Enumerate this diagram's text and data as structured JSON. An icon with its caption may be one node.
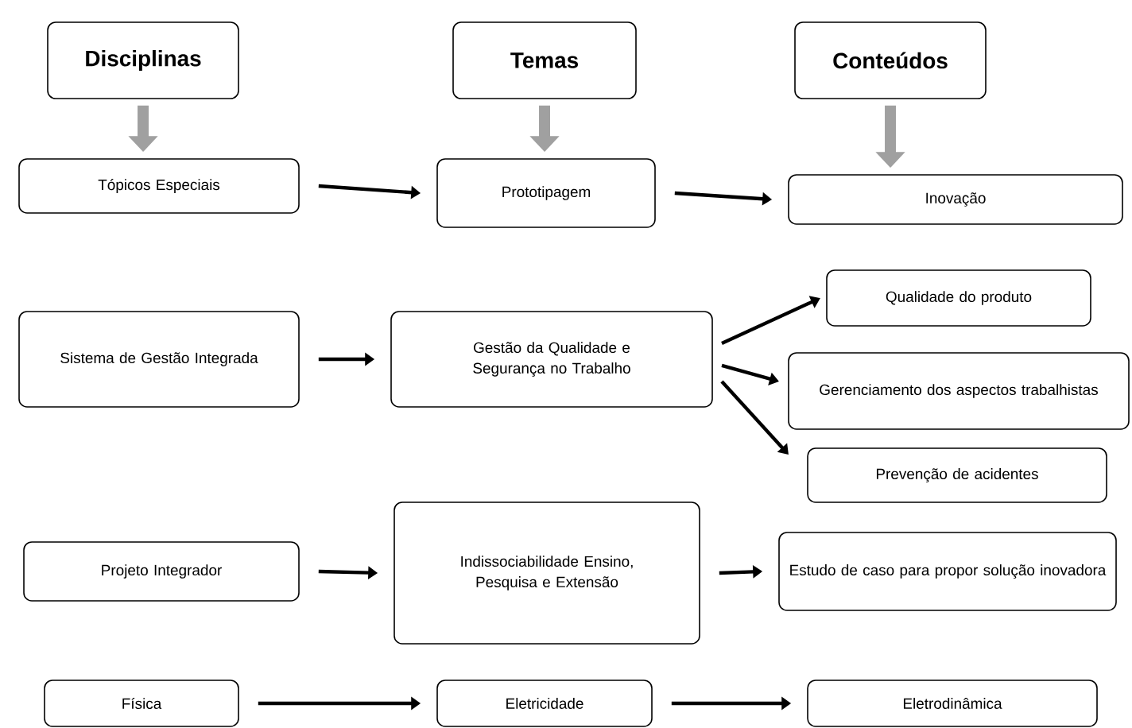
{
  "diagram": {
    "nodes": [
      {
        "text": [
          "Disciplinas"
        ]
      },
      {
        "text": [
          "Temas"
        ]
      },
      {
        "text": [
          "Conteúdos"
        ]
      },
      {
        "text": [
          "Tópicos Especiais"
        ]
      },
      {
        "text": [
          "Prototipagem"
        ]
      },
      {
        "text": [
          "Inovação"
        ]
      },
      {
        "text": [
          "Sistema de Gestão Integrada"
        ]
      },
      {
        "text": [
          "Gestão da Qualidade e Segurança no Trabalho"
        ]
      },
      {
        "text": [
          "Qualidade do produto"
        ]
      },
      {
        "text": [
          "Gerenciamento dos aspectos trabalhistas"
        ]
      },
      {
        "text": [
          "Prevenção de acidentes"
        ]
      },
      {
        "text": [
          "Projeto Integrador"
        ]
      },
      {
        "text": [
          "Indissociabilidade Ensino, Pesquisa e Extensão"
        ]
      },
      {
        "text": [
          "Estudo de caso para propor solução inovadora"
        ]
      },
      {
        "text": [
          "Física"
        ]
      },
      {
        "text": [
          "Eletricidade"
        ]
      },
      {
        "text": [
          "Eletrodinâmica"
        ]
      }
    ],
    "edges": [
      {
        "from": 0,
        "to": 3,
        "arrow": "to",
        "style": "thick",
        "color": "#a0a0a0"
      },
      {
        "from": 1,
        "to": 4,
        "arrow": "to",
        "style": "thick",
        "color": "#a0a0a0"
      },
      {
        "from": 2,
        "to": 5,
        "arrow": "to",
        "style": "thick",
        "color": "#a0a0a0"
      },
      {
        "from": 3,
        "to": 4,
        "arrow": "to"
      },
      {
        "from": 4,
        "to": 5,
        "arrow": "to"
      },
      {
        "from": 6,
        "to": 7,
        "arrow": "to"
      },
      {
        "from": 7,
        "to": 8,
        "arrow": "to"
      },
      {
        "from": 7,
        "to": 9,
        "arrow": "to"
      },
      {
        "from": 7,
        "to": 10,
        "arrow": "to"
      },
      {
        "from": 11,
        "to": 12,
        "arrow": "to"
      },
      {
        "from": 12,
        "to": 13,
        "arrow": "to"
      },
      {
        "from": 14,
        "to": 15,
        "arrow": "to"
      },
      {
        "from": 15,
        "to": 16,
        "arrow": "to"
      }
    ]
  }
}
